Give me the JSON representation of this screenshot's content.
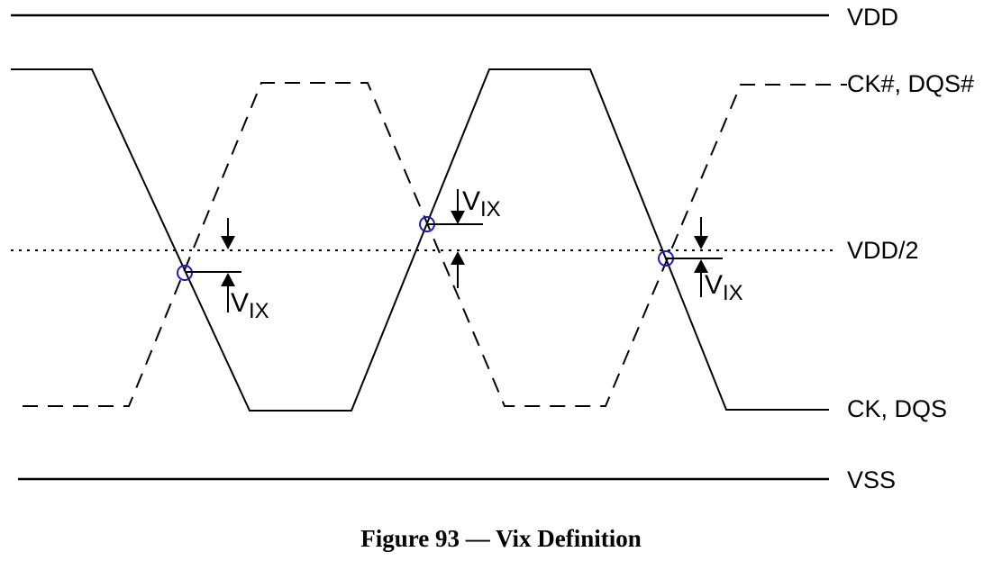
{
  "labels": {
    "vdd": "VDD",
    "ck_n": "CK#, DQS#",
    "vdd_half": "VDD/2",
    "ck": "CK, DQS",
    "vss": "VSS"
  },
  "vix": {
    "main": "V",
    "sub": "IX"
  },
  "caption": "Figure 93 — Vix Definition",
  "colors": {
    "line": "#000000",
    "marker": "#1a1acc"
  }
}
